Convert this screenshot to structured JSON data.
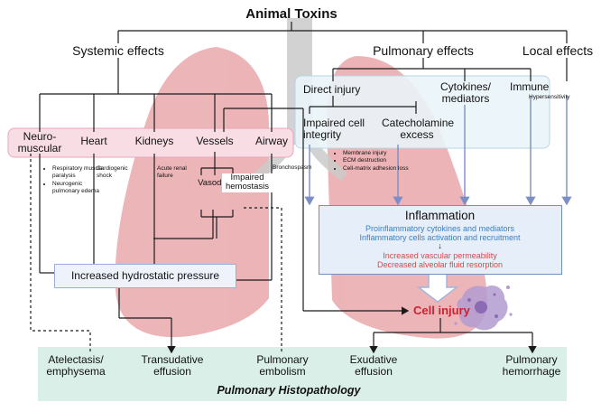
{
  "title": "Animal Toxins",
  "branches": {
    "systemic": "Systemic effects",
    "pulmonary": "Pulmonary effects",
    "local": "Local effects"
  },
  "systemic_targets": {
    "neuromuscular": "Neuro-\nmuscular",
    "heart": "Heart",
    "kidneys": "Kidneys",
    "vessels": "Vessels",
    "airway": "Airway"
  },
  "systemic_notes": {
    "neuromuscular": [
      "Respiratory muscle paralysis",
      "Neurogenic pulmonary edema"
    ],
    "heart": "Cardiogenic\nshock",
    "kidneys": "Acute renal\nfailure",
    "airway": "Bronchospasm"
  },
  "vessel_effects": {
    "vasodilate": "Vasodilate",
    "hemostasis": "Impaired\nhemostasis"
  },
  "pulmonary_targets": {
    "direct_injury": "Direct injury",
    "cytokines": "Cytokines/\nmediators",
    "immune": "Immune",
    "hypersensitivity": "Hypersensitivity",
    "impaired_integrity": "Impaired cell\nintegrity",
    "catecholamine": "Catecholamine\nexcess"
  },
  "integrity_notes": [
    "Membrane injury",
    "ECM destruction",
    "Cell-matrix adhesion loss"
  ],
  "inflammation": {
    "title": "Inflammation",
    "line1": "Proinflammatory cytokines and mediators",
    "line2": "Inflammatory cells activation and recruitment",
    "arrow": "↓",
    "line3": "Increased vascular permeability",
    "line4": "Decreased alveolar fluid resorption"
  },
  "hydrostatic": "Increased hydrostatic pressure",
  "cell_injury": "Cell injury",
  "histopathology": {
    "title": "Pulmonary Histopathology",
    "atelectasis": "Atelectasis/\nemphysema",
    "transudative": "Transudative\neffusion",
    "embolism": "Pulmonary\nembolism",
    "exudative": "Exudative\neffusion",
    "hemorrhage": "Pulmonary\nhemorrhage"
  },
  "colors": {
    "pink_band": "#f8dde5",
    "pink_border": "#e9a7bb",
    "blue_band": "#eaf4f8",
    "blue_border": "#b7d6e3",
    "infl_fill": "#e6eef9",
    "infl_border": "#6f8fc9",
    "hydro_fill": "#eef2fb",
    "teal_band": "#dbefe9",
    "blue_text": "#3a7fc1",
    "red_text": "#d24a4a",
    "cell_injury": "#d01f2e",
    "lung": "#e7a0a4",
    "arrow_blue": "#7c8fc4",
    "line": "#1a1a1a"
  }
}
